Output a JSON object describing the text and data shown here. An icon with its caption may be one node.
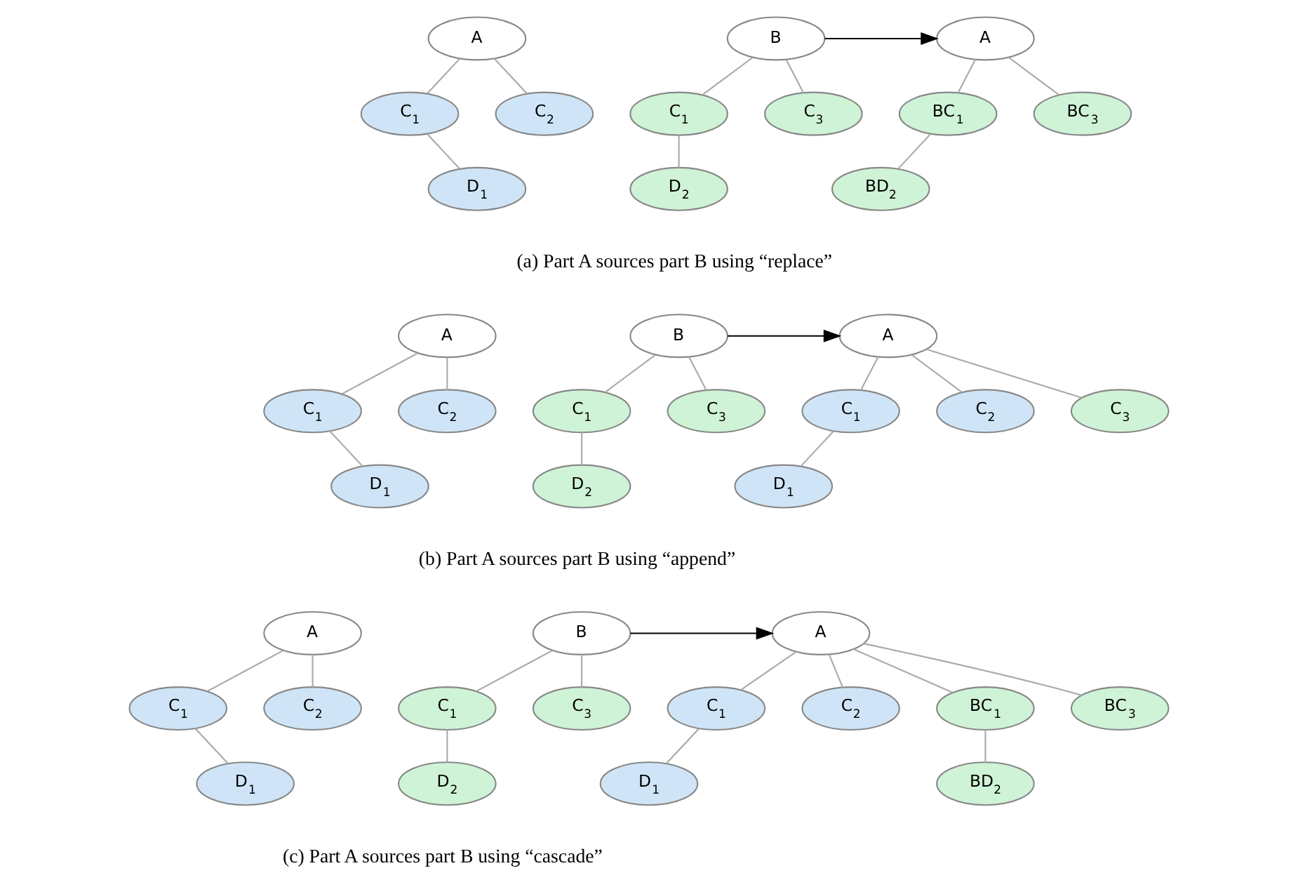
{
  "diagram": {
    "nodes": [
      {
        "text": [
          "A"
        ]
      },
      {
        "text": [
          "C$_{1}$"
        ]
      },
      {
        "text": [
          "C$_{2}$"
        ]
      },
      {
        "text": [
          "D$_{1}$"
        ]
      },
      {
        "text": [
          "B"
        ]
      },
      {
        "text": [
          "C$_{1}$"
        ]
      },
      {
        "text": [
          "C$_{3}$"
        ]
      },
      {
        "text": [
          "D$_{2}$"
        ]
      },
      {
        "text": [
          "A"
        ]
      },
      {
        "text": [
          "BC$_{1}$"
        ]
      },
      {
        "text": [
          "BC$_{3}$"
        ]
      },
      {
        "text": [
          "BD$_{2}$"
        ]
      },
      {
        "text": [
          "A"
        ]
      },
      {
        "text": [
          "C$_{1}$"
        ]
      },
      {
        "text": [
          "C$_{2}$"
        ]
      },
      {
        "text": [
          "D$_{1}$"
        ]
      },
      {
        "text": [
          "B"
        ]
      },
      {
        "text": [
          "C$_{1}$"
        ]
      },
      {
        "text": [
          "C$_{3}$"
        ]
      },
      {
        "text": [
          "D$_{2}$"
        ]
      },
      {
        "text": [
          "A"
        ]
      },
      {
        "text": [
          "C$_{1}$"
        ]
      },
      {
        "text": [
          "C$_{2}$"
        ]
      },
      {
        "text": [
          "C$_{3}$"
        ]
      },
      {
        "text": [
          "D$_{1}$"
        ]
      },
      {
        "text": [
          "A"
        ]
      },
      {
        "text": [
          "C$_{1}$"
        ]
      },
      {
        "text": [
          "C$_{2}$"
        ]
      },
      {
        "text": [
          "D$_{1}$"
        ]
      },
      {
        "text": [
          "B"
        ]
      },
      {
        "text": [
          "C$_{1}$"
        ]
      },
      {
        "text": [
          "C$_{3}$"
        ]
      },
      {
        "text": [
          "D$_{2}$"
        ]
      },
      {
        "text": [
          "A"
        ]
      },
      {
        "text": [
          "C$_{1}$"
        ]
      },
      {
        "text": [
          "C$_{2}$"
        ]
      },
      {
        "text": [
          "BC$_{1}$"
        ]
      },
      {
        "text": [
          "BC$_{3}$"
        ]
      },
      {
        "text": [
          "D$_{1}$"
        ]
      },
      {
        "text": [
          "BD$_{2}$"
        ]
      }
    ],
    "edges": [
      {
        "from": 0,
        "to": 1,
        "arrow": "none"
      },
      {
        "from": 0,
        "to": 2,
        "arrow": "none"
      },
      {
        "from": 1,
        "to": 3,
        "arrow": "none"
      },
      {
        "from": 4,
        "to": 5,
        "arrow": "none"
      },
      {
        "from": 4,
        "to": 6,
        "arrow": "none"
      },
      {
        "from": 5,
        "to": 7,
        "arrow": "none"
      },
      {
        "from": 4,
        "to": 8,
        "arrow": "to",
        "color": "#000000"
      },
      {
        "from": 8,
        "to": 9,
        "arrow": "none"
      },
      {
        "from": 8,
        "to": 10,
        "arrow": "none"
      },
      {
        "from": 9,
        "to": 11,
        "arrow": "none"
      },
      {
        "from": 12,
        "to": 13,
        "arrow": "none"
      },
      {
        "from": 12,
        "to": 14,
        "arrow": "none"
      },
      {
        "from": 13,
        "to": 15,
        "arrow": "none"
      },
      {
        "from": 16,
        "to": 17,
        "arrow": "none"
      },
      {
        "from": 16,
        "to": 18,
        "arrow": "none"
      },
      {
        "from": 17,
        "to": 19,
        "arrow": "none"
      },
      {
        "from": 16,
        "to": 20,
        "arrow": "to",
        "color": "#000000"
      },
      {
        "from": 20,
        "to": 21,
        "arrow": "none"
      },
      {
        "from": 20,
        "to": 22,
        "arrow": "none"
      },
      {
        "from": 20,
        "to": 23,
        "arrow": "none"
      },
      {
        "from": 21,
        "to": 24,
        "arrow": "none"
      },
      {
        "from": 25,
        "to": 26,
        "arrow": "none"
      },
      {
        "from": 25,
        "to": 27,
        "arrow": "none"
      },
      {
        "from": 26,
        "to": 28,
        "arrow": "none"
      },
      {
        "from": 29,
        "to": 30,
        "arrow": "none"
      },
      {
        "from": 29,
        "to": 31,
        "arrow": "none"
      },
      {
        "from": 30,
        "to": 32,
        "arrow": "none"
      },
      {
        "from": 29,
        "to": 33,
        "arrow": "to",
        "color": "#000000"
      },
      {
        "from": 33,
        "to": 34,
        "arrow": "none"
      },
      {
        "from": 33,
        "to": 35,
        "arrow": "none"
      },
      {
        "from": 33,
        "to": 36,
        "arrow": "none"
      },
      {
        "from": 33,
        "to": 37,
        "arrow": "none"
      },
      {
        "from": 34,
        "to": 38,
        "arrow": "none"
      },
      {
        "from": 36,
        "to": 39,
        "arrow": "none"
      }
    ],
    "labels": [
      "(a) Part A sources part B using “replace”",
      "(b) Part A sources part B using “append”",
      "(c) Part A sources part B using “cascade”"
    ]
  }
}
